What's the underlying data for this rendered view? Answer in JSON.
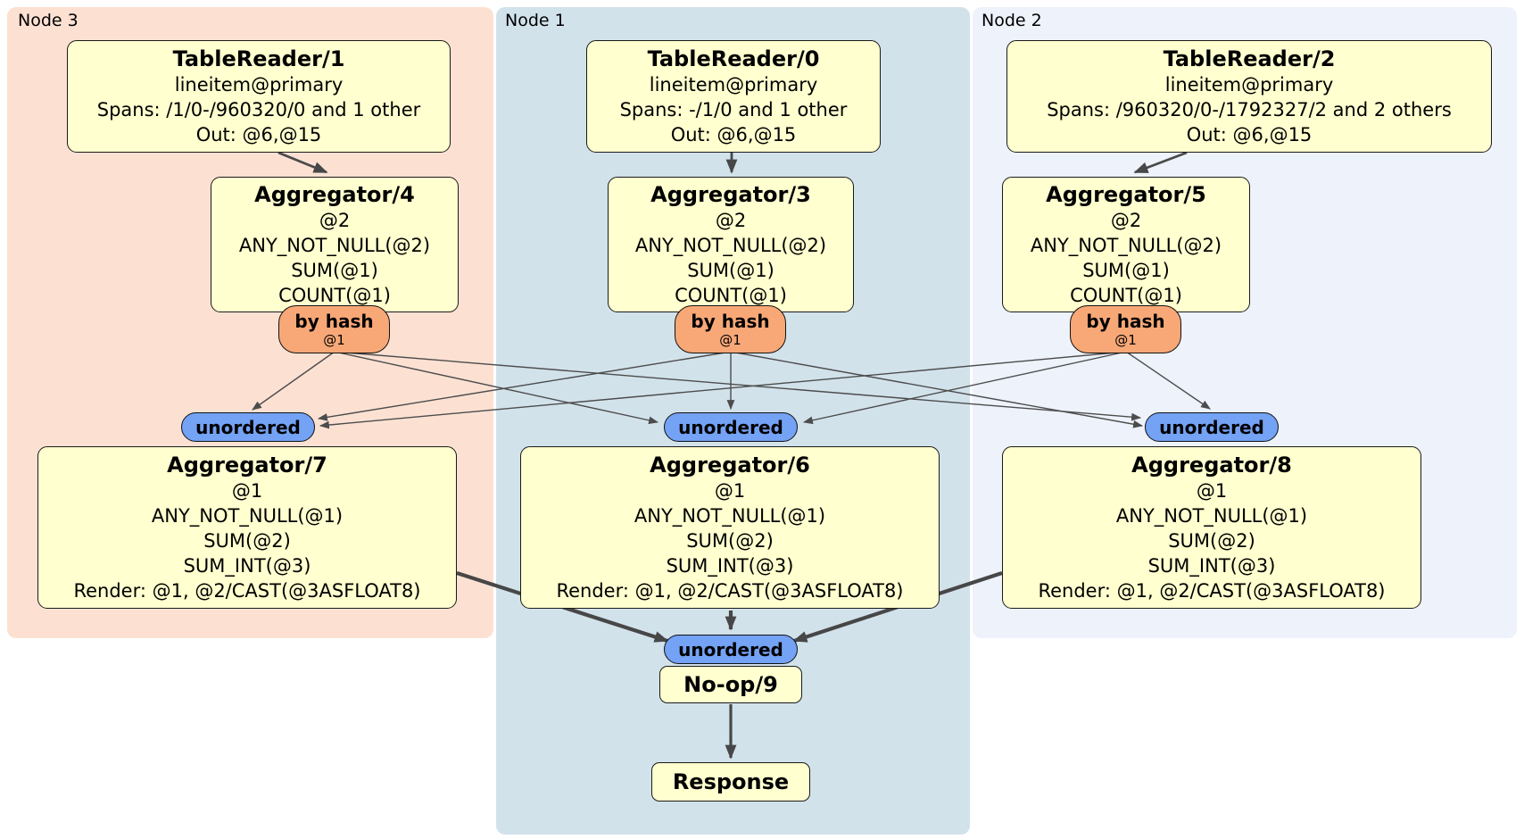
{
  "node_groups": [
    {
      "label": "Node 3"
    },
    {
      "label": "Node 1"
    },
    {
      "label": "Node 2"
    }
  ],
  "processors": [
    {
      "title": "TableReader/1",
      "lines": [
        "lineitem@primary",
        "Spans: /1/0-/960320/0 and 1 other",
        "Out: @6,@15"
      ]
    },
    {
      "title": "TableReader/0",
      "lines": [
        "lineitem@primary",
        "Spans: -/1/0 and 1 other",
        "Out: @6,@15"
      ]
    },
    {
      "title": "TableReader/2",
      "lines": [
        "lineitem@primary",
        "Spans: /960320/0-/1792327/2 and 2 others",
        "Out: @6,@15"
      ]
    },
    {
      "title": "Aggregator/4",
      "lines": [
        "@2",
        "ANY_NOT_NULL(@2)",
        "SUM(@1)",
        "COUNT(@1)"
      ]
    },
    {
      "title": "Aggregator/3",
      "lines": [
        "@2",
        "ANY_NOT_NULL(@2)",
        "SUM(@1)",
        "COUNT(@1)"
      ]
    },
    {
      "title": "Aggregator/5",
      "lines": [
        "@2",
        "ANY_NOT_NULL(@2)",
        "SUM(@1)",
        "COUNT(@1)"
      ]
    },
    {
      "title": "Aggregator/7",
      "lines": [
        "@1",
        "ANY_NOT_NULL(@1)",
        "SUM(@2)",
        "SUM_INT(@3)",
        "Render: @1, @2/CAST(@3ASFLOAT8)"
      ]
    },
    {
      "title": "Aggregator/6",
      "lines": [
        "@1",
        "ANY_NOT_NULL(@1)",
        "SUM(@2)",
        "SUM_INT(@3)",
        "Render: @1, @2/CAST(@3ASFLOAT8)"
      ]
    },
    {
      "title": "Aggregator/8",
      "lines": [
        "@1",
        "ANY_NOT_NULL(@1)",
        "SUM(@2)",
        "SUM_INT(@3)",
        "Render: @1, @2/CAST(@3ASFLOAT8)"
      ]
    },
    {
      "title": "No-op/9",
      "lines": []
    },
    {
      "title": "Response",
      "lines": []
    }
  ],
  "router": {
    "label": "by hash",
    "detail": "@1"
  },
  "sync": {
    "label": "unordered"
  },
  "colors": {
    "node3_bg": "#fce1d3",
    "node1_bg": "#d2e2eb",
    "node2_bg": "#edf2fb",
    "processor_bg": "#ffffcf",
    "router_bg": "#f8a877",
    "sync_bg": "#74a2f4",
    "edge": "#4a4a4a",
    "border": "#1a1a1a"
  }
}
